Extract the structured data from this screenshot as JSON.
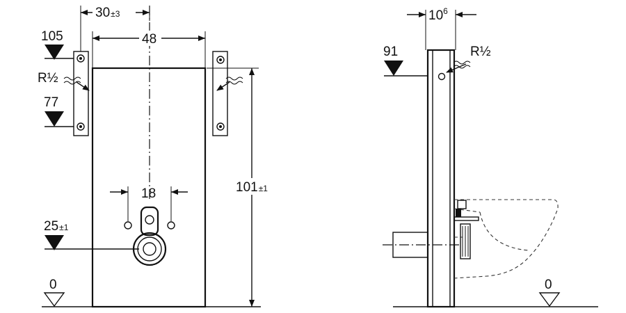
{
  "front_view": {
    "dim_width_offset": {
      "main": "30",
      "tol": "±3"
    },
    "dim_width": "48",
    "level_top": "105",
    "level_lower": "77",
    "connector_label": "R½",
    "dim_center": "18",
    "dim_height": {
      "main": "101",
      "tol": "±1"
    },
    "level_outlet": {
      "main": "25",
      "tol": "±1"
    },
    "level_floor": "0"
  },
  "side_view": {
    "dim_depth": {
      "main": "10",
      "sup": "6"
    },
    "level_top": "91",
    "connector_label": "R½",
    "level_floor": "0"
  }
}
